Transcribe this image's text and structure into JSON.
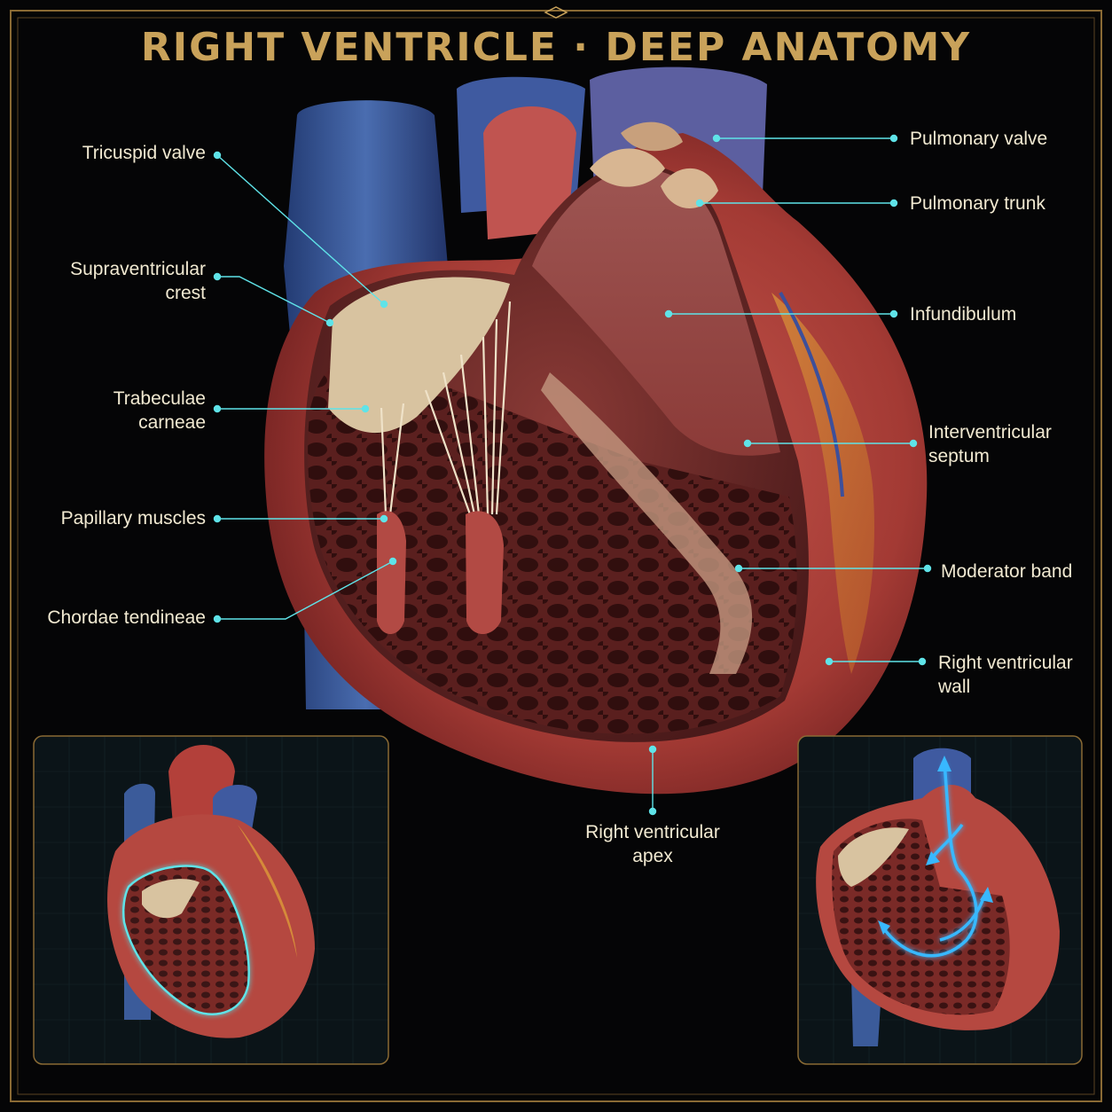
{
  "title": "RIGHT VENTRICLE · DEEP ANATOMY",
  "colors": {
    "background": "#050506",
    "gold": "#c9a25a",
    "leader": "#5fe3e8",
    "label_text": "#f2ead2",
    "myocardium": "#b8473f",
    "vessel_blue": "#3b5b9a",
    "valve_cream": "#d8c3a0",
    "flow_arrow": "#38b8ff"
  },
  "labels": {
    "left": [
      {
        "id": "tricuspid_valve",
        "text": "Tricuspid valve"
      },
      {
        "id": "supraventricular_crest",
        "text": "Supraventricular\ncrest"
      },
      {
        "id": "trabeculae_carneae",
        "text": "Trabeculae\ncarneae"
      },
      {
        "id": "papillary_muscles",
        "text": "Papillary muscles"
      },
      {
        "id": "chordae_tendineae",
        "text": "Chordae tendineae"
      }
    ],
    "right": [
      {
        "id": "pulmonary_valve",
        "text": "Pulmonary valve"
      },
      {
        "id": "pulmonary_trunk",
        "text": "Pulmonary trunk"
      },
      {
        "id": "infundibulum",
        "text": "Infundibulum"
      },
      {
        "id": "interventricular_septum",
        "text": "Interventricular\nseptum"
      },
      {
        "id": "moderator_band",
        "text": "Moderator band"
      },
      {
        "id": "right_ventricular_wall",
        "text": "Right ventricular\nwall"
      }
    ],
    "bottom": {
      "id": "right_ventricular_apex",
      "text": "Right ventricular\napex"
    }
  },
  "insets": {
    "left": {
      "icon": "external-heart-outline-icon",
      "highlight": "right-ventricle-outline"
    },
    "right": {
      "icon": "blood-flow-arrows-icon",
      "highlight": "flow-path"
    }
  }
}
